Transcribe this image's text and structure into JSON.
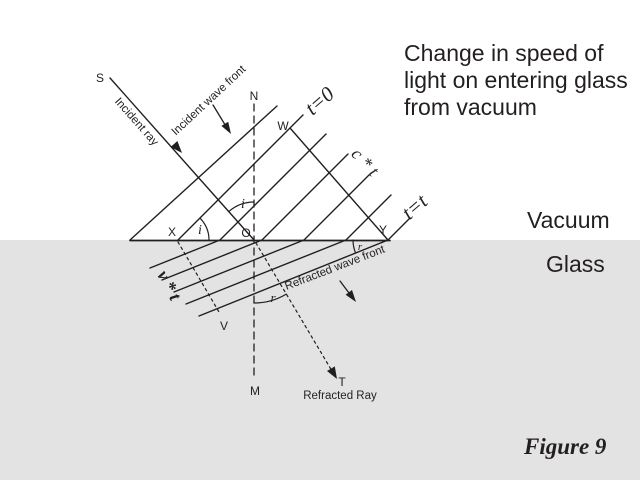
{
  "title": {
    "line1": "Change in speed of",
    "line2": "light on entering glass",
    "line3": "from vacuum"
  },
  "regions": {
    "vacuum_label": "Vacuum",
    "glass_label": "Glass"
  },
  "figure": {
    "caption": "Figure 9"
  },
  "diagram": {
    "points": {
      "S": "S",
      "N": "N",
      "W": "W",
      "X": "X",
      "O": "O",
      "Y": "Y",
      "V": "V",
      "M": "M",
      "T": "T"
    },
    "rays": {
      "incident_ray": "Incident ray",
      "refracted_ray": "Refracted Ray"
    },
    "wavefronts": {
      "incident": "Incident wave front",
      "refracted": "Refracted wave front"
    },
    "time_labels": {
      "t_zero": "t=0",
      "t_t": "t=t"
    },
    "distance_labels": {
      "vacuum_distance": "c * t",
      "glass_distance": "v * t"
    },
    "angles": {
      "incidence": "i",
      "refraction": "r"
    },
    "colors": {
      "line": "#231f20",
      "glass_fill": "#e3e3e3",
      "background": "#ffffff"
    }
  }
}
